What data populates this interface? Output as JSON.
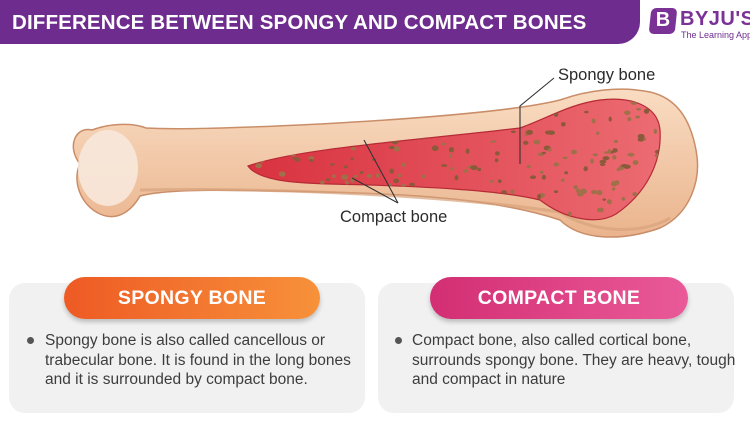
{
  "header": {
    "title": "DIFFERENCE BETWEEN SPONGY AND COMPACT BONES",
    "brand_name": "BYJU'S",
    "brand_tagline": "The Learning App",
    "brand_badge_letter": "B"
  },
  "diagram": {
    "label_spongy": "Spongy bone",
    "label_compact": "Compact bone"
  },
  "spongy": {
    "heading": "SPONGY BONE",
    "description": "Spongy bone is also called cancellous or trabecular bone. It is found in the long bones and it is surrounded by compact bone."
  },
  "compact": {
    "heading": "COMPACT BONE",
    "description": "Compact bone, also called cortical bone, surrounds spongy bone. They are heavy, tough and compact in nature"
  },
  "colors": {
    "header": "#6e2c8e",
    "spongy_accent": "#ee5a24",
    "compact_accent": "#d32e73",
    "bone_outer": "#f4c9a6",
    "bone_inner": "#e25a62",
    "trabeculae": "#8a5a3a"
  }
}
